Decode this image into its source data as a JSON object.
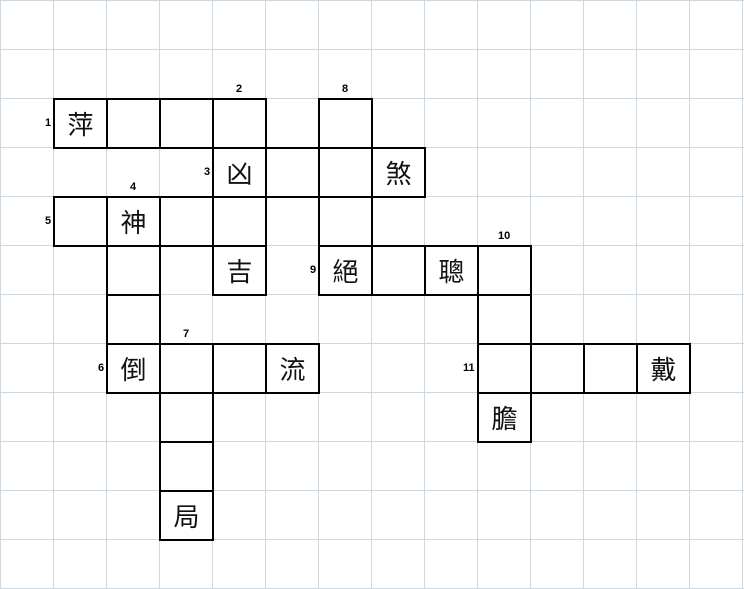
{
  "puzzle": {
    "cells": [
      {
        "r": 2,
        "c": 1,
        "ch": "萍"
      },
      {
        "r": 2,
        "c": 2,
        "ch": ""
      },
      {
        "r": 2,
        "c": 3,
        "ch": ""
      },
      {
        "r": 2,
        "c": 4,
        "ch": ""
      },
      {
        "r": 2,
        "c": 6,
        "ch": ""
      },
      {
        "r": 3,
        "c": 4,
        "ch": "凶"
      },
      {
        "r": 3,
        "c": 5,
        "ch": ""
      },
      {
        "r": 3,
        "c": 6,
        "ch": ""
      },
      {
        "r": 3,
        "c": 7,
        "ch": "煞"
      },
      {
        "r": 4,
        "c": 1,
        "ch": ""
      },
      {
        "r": 4,
        "c": 2,
        "ch": "神"
      },
      {
        "r": 4,
        "c": 3,
        "ch": ""
      },
      {
        "r": 4,
        "c": 4,
        "ch": ""
      },
      {
        "r": 4,
        "c": 6,
        "ch": ""
      },
      {
        "r": 5,
        "c": 2,
        "ch": ""
      },
      {
        "r": 5,
        "c": 4,
        "ch": "吉"
      },
      {
        "r": 5,
        "c": 6,
        "ch": "絕"
      },
      {
        "r": 5,
        "c": 7,
        "ch": ""
      },
      {
        "r": 5,
        "c": 8,
        "ch": "聰"
      },
      {
        "r": 5,
        "c": 9,
        "ch": ""
      },
      {
        "r": 6,
        "c": 2,
        "ch": ""
      },
      {
        "r": 6,
        "c": 9,
        "ch": ""
      },
      {
        "r": 7,
        "c": 2,
        "ch": "倒"
      },
      {
        "r": 7,
        "c": 3,
        "ch": ""
      },
      {
        "r": 7,
        "c": 4,
        "ch": ""
      },
      {
        "r": 7,
        "c": 5,
        "ch": "流"
      },
      {
        "r": 7,
        "c": 9,
        "ch": ""
      },
      {
        "r": 7,
        "c": 10,
        "ch": ""
      },
      {
        "r": 7,
        "c": 11,
        "ch": ""
      },
      {
        "r": 7,
        "c": 12,
        "ch": "戴"
      },
      {
        "r": 8,
        "c": 3,
        "ch": ""
      },
      {
        "r": 8,
        "c": 9,
        "ch": "膽"
      },
      {
        "r": 9,
        "c": 3,
        "ch": ""
      },
      {
        "r": 10,
        "c": 3,
        "ch": "局"
      }
    ],
    "numbers": [
      {
        "label": "1",
        "r": 2,
        "c": 1,
        "pos": "left"
      },
      {
        "label": "2",
        "r": 2,
        "c": 4,
        "pos": "top"
      },
      {
        "label": "8",
        "r": 2,
        "c": 6,
        "pos": "top"
      },
      {
        "label": "3",
        "r": 3,
        "c": 4,
        "pos": "left"
      },
      {
        "label": "4",
        "r": 4,
        "c": 2,
        "pos": "top"
      },
      {
        "label": "5",
        "r": 4,
        "c": 1,
        "pos": "left"
      },
      {
        "label": "9",
        "r": 5,
        "c": 6,
        "pos": "left"
      },
      {
        "label": "10",
        "r": 5,
        "c": 9,
        "pos": "top"
      },
      {
        "label": "7",
        "r": 7,
        "c": 3,
        "pos": "top"
      },
      {
        "label": "6",
        "r": 7,
        "c": 2,
        "pos": "left"
      },
      {
        "label": "11",
        "r": 7,
        "c": 9,
        "pos": "left"
      }
    ]
  }
}
